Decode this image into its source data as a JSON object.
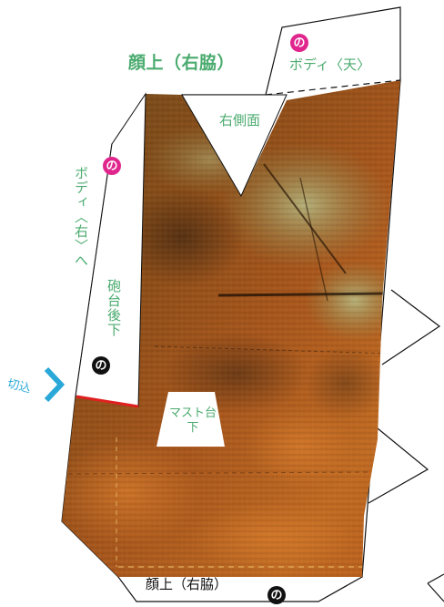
{
  "labels": {
    "title": "顔上（右脇）",
    "body_top": "ボディ〈天〉",
    "right_side": "右側面",
    "body_right": "ボディ〈右〉へ",
    "gun_rear": "砲台後下",
    "mast_line1": "マスト台",
    "mast_line2": "下",
    "bottom": "顔上（右脇）",
    "cut": "切込"
  },
  "marks": {
    "glue_symbol": "の"
  },
  "colors": {
    "label_green": "#4bab6f",
    "pink_mark": "#e0268d",
    "black_mark": "#111111",
    "cut_blue": "#2aa8d8",
    "cut_red": "#e02020",
    "rust_dark": "#6b3a12",
    "rust_mid": "#a3541c",
    "rust_light": "#c4711f",
    "olive": "#7a7a3a"
  },
  "icons": {
    "cut_arrow": "chevron-right-icon"
  }
}
